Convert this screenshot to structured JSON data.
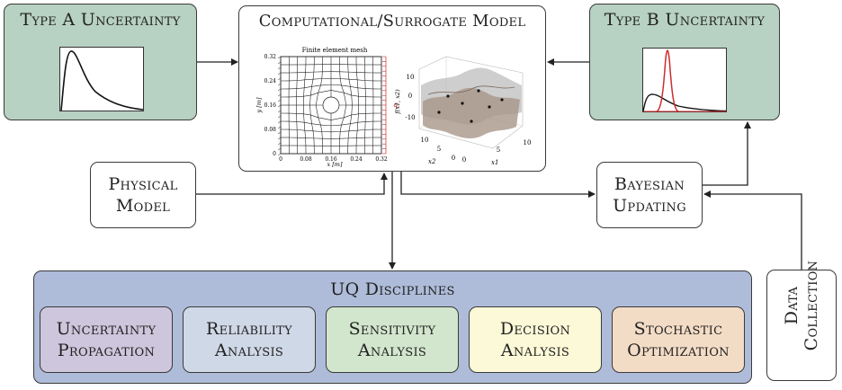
{
  "type_a": {
    "title": "Type A Uncertainty"
  },
  "type_b": {
    "title": "Type B Uncertainty"
  },
  "model": {
    "title": "Computational/Surrogate Model",
    "mesh": {
      "title": "Finite element mesh",
      "xlabel": "x [m]",
      "ylabel": "y [m]",
      "xticks": [
        "0",
        "0.08",
        "0.16",
        "0.24",
        "0.32"
      ],
      "yticks": [
        "0",
        "0.08",
        "0.16",
        "0.24",
        "0.32"
      ],
      "load_label": "q"
    },
    "surface": {
      "zlabel": "f(x1, x2)",
      "zticks": [
        "10",
        "0",
        "-10"
      ],
      "x1label": "x1",
      "x2label": "x2",
      "x1ticks": [
        "0",
        "5",
        "10"
      ],
      "x2ticks": [
        "10",
        "5",
        "0"
      ]
    }
  },
  "physical": {
    "line1": "Physical",
    "line2": "Model"
  },
  "bayes": {
    "line1": "Bayesian",
    "line2": "Updating"
  },
  "data_collection": {
    "line1": "Data",
    "line2": "Collection"
  },
  "uq": {
    "title": "UQ Disciplines",
    "items": [
      {
        "line1": "Uncertainty",
        "line2": "Propagation",
        "color": "#cdc6dc"
      },
      {
        "line1": "Reliability",
        "line2": "Analysis",
        "color": "#cfd8e6"
      },
      {
        "line1": "Sensitivity",
        "line2": "Analysis",
        "color": "#d2e6cd"
      },
      {
        "line1": "Decision",
        "line2": "Analysis",
        "color": "#fbf9d7"
      },
      {
        "line1": "Stochastic",
        "line2": "Optimization",
        "color": "#f3dcc6"
      }
    ]
  },
  "colors": {
    "green_box": "#b7d1c2",
    "uq_box": "#aebcd9",
    "pdf_red": "#cc2b2b"
  }
}
